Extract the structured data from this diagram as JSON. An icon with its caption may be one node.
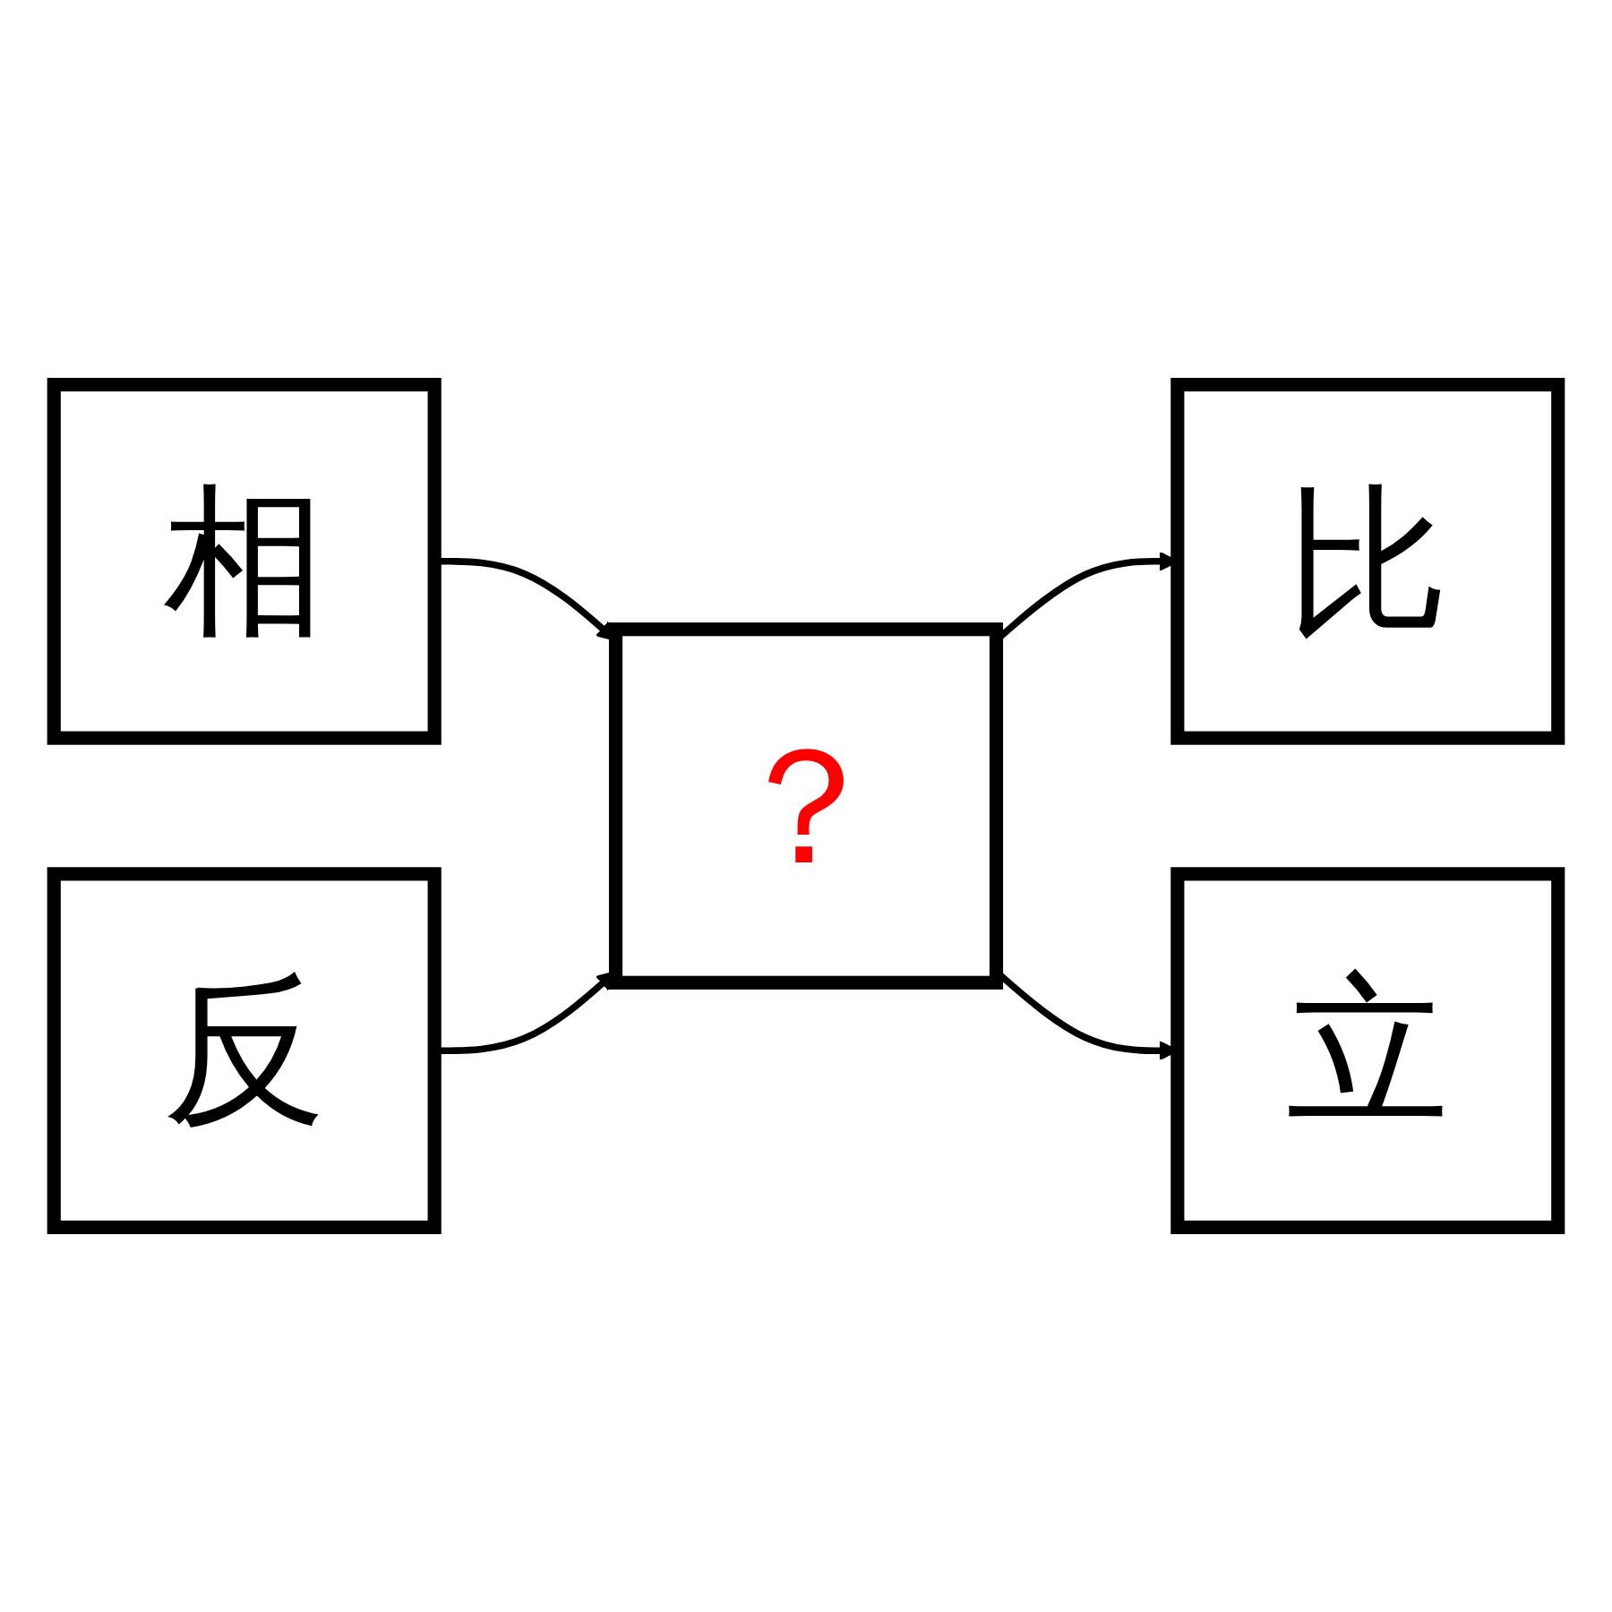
{
  "diagram": {
    "nodes": [
      {
        "text": [
          "相"
        ]
      },
      {
        "text": [
          "反"
        ]
      },
      {
        "text": [
          "？"
        ]
      },
      {
        "text": [
          "比"
        ]
      },
      {
        "text": [
          "立"
        ]
      }
    ],
    "edges": [
      {
        "from": 0,
        "to": 2,
        "arrow": "to"
      },
      {
        "from": 1,
        "to": 2,
        "arrow": "to"
      },
      {
        "from": 2,
        "to": 3,
        "arrow": "to"
      },
      {
        "from": 2,
        "to": 4,
        "arrow": "to"
      }
    ]
  }
}
